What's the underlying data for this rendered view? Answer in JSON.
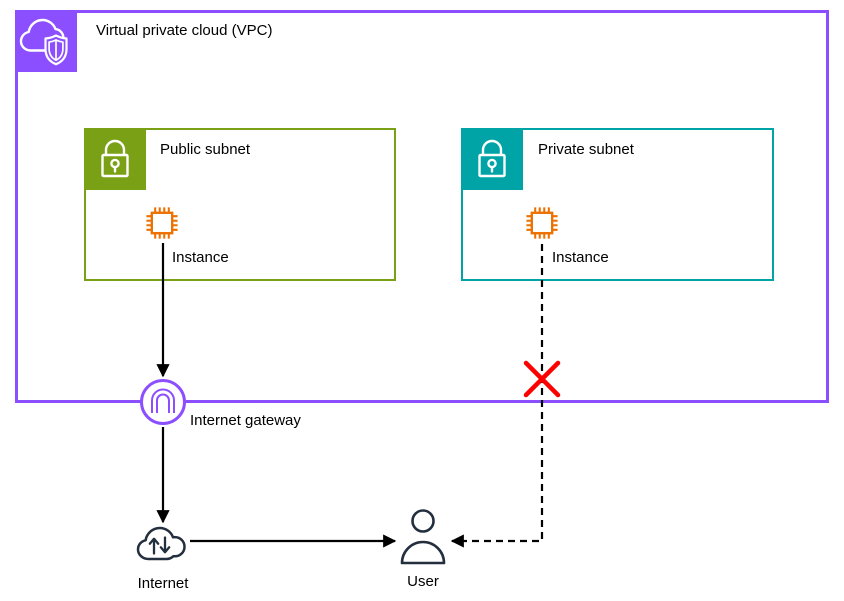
{
  "diagram": {
    "vpc": {
      "label": "Virtual private cloud (VPC)",
      "color": "#8C4FFF",
      "icon": "vpc-cloud-shield-icon"
    },
    "public_subnet": {
      "label": "Public subnet",
      "color": "#7AA116",
      "icon": "padlock-icon",
      "instance": {
        "label": "Instance",
        "color": "#ED7100",
        "icon": "chip-icon"
      }
    },
    "private_subnet": {
      "label": "Private subnet",
      "color": "#00A4A6",
      "icon": "padlock-icon",
      "instance": {
        "label": "Instance",
        "color": "#ED7100",
        "icon": "chip-icon"
      }
    },
    "internet_gateway": {
      "label": "Internet gateway",
      "color": "#8C4FFF",
      "icon": "gateway-arch-icon"
    },
    "internet": {
      "label": "Internet",
      "color": "#232F3E",
      "icon": "cloud-up-down-arrows-icon"
    },
    "user": {
      "label": "User",
      "color": "#232F3E",
      "icon": "person-icon"
    },
    "blocked_marker": {
      "color": "#FF0000",
      "icon": "red-x-icon"
    },
    "line_color": "#000000",
    "connections": [
      {
        "from": "public-instance",
        "to": "internet-gateway",
        "style": "solid-arrow"
      },
      {
        "from": "internet-gateway",
        "to": "internet",
        "style": "solid-arrow"
      },
      {
        "from": "internet",
        "to": "user",
        "style": "solid-arrow"
      },
      {
        "from": "private-instance",
        "to": "user",
        "style": "dashed-arrow",
        "blocked": true
      }
    ]
  }
}
